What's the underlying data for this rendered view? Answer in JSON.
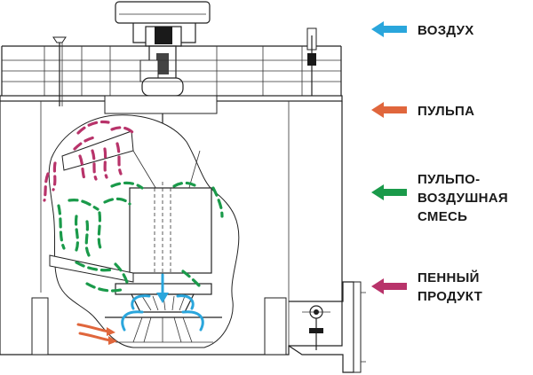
{
  "legend": {
    "air": {
      "label": "ВОЗДУХ",
      "color": "#2aa6dc"
    },
    "pulp": {
      "label": "ПУЛЬПА",
      "color": "#e0663c"
    },
    "mixture": {
      "lines": [
        "ПУЛЬПО-",
        "ВОЗДУШНАЯ",
        "СМЕСЬ"
      ],
      "color": "#1a9a4a"
    },
    "froth": {
      "lines": [
        "ПЕННЫЙ",
        "ПРОДУКТ"
      ],
      "color": "#b8336a"
    }
  },
  "colors": {
    "outline": "#222222",
    "background": "#ffffff"
  }
}
